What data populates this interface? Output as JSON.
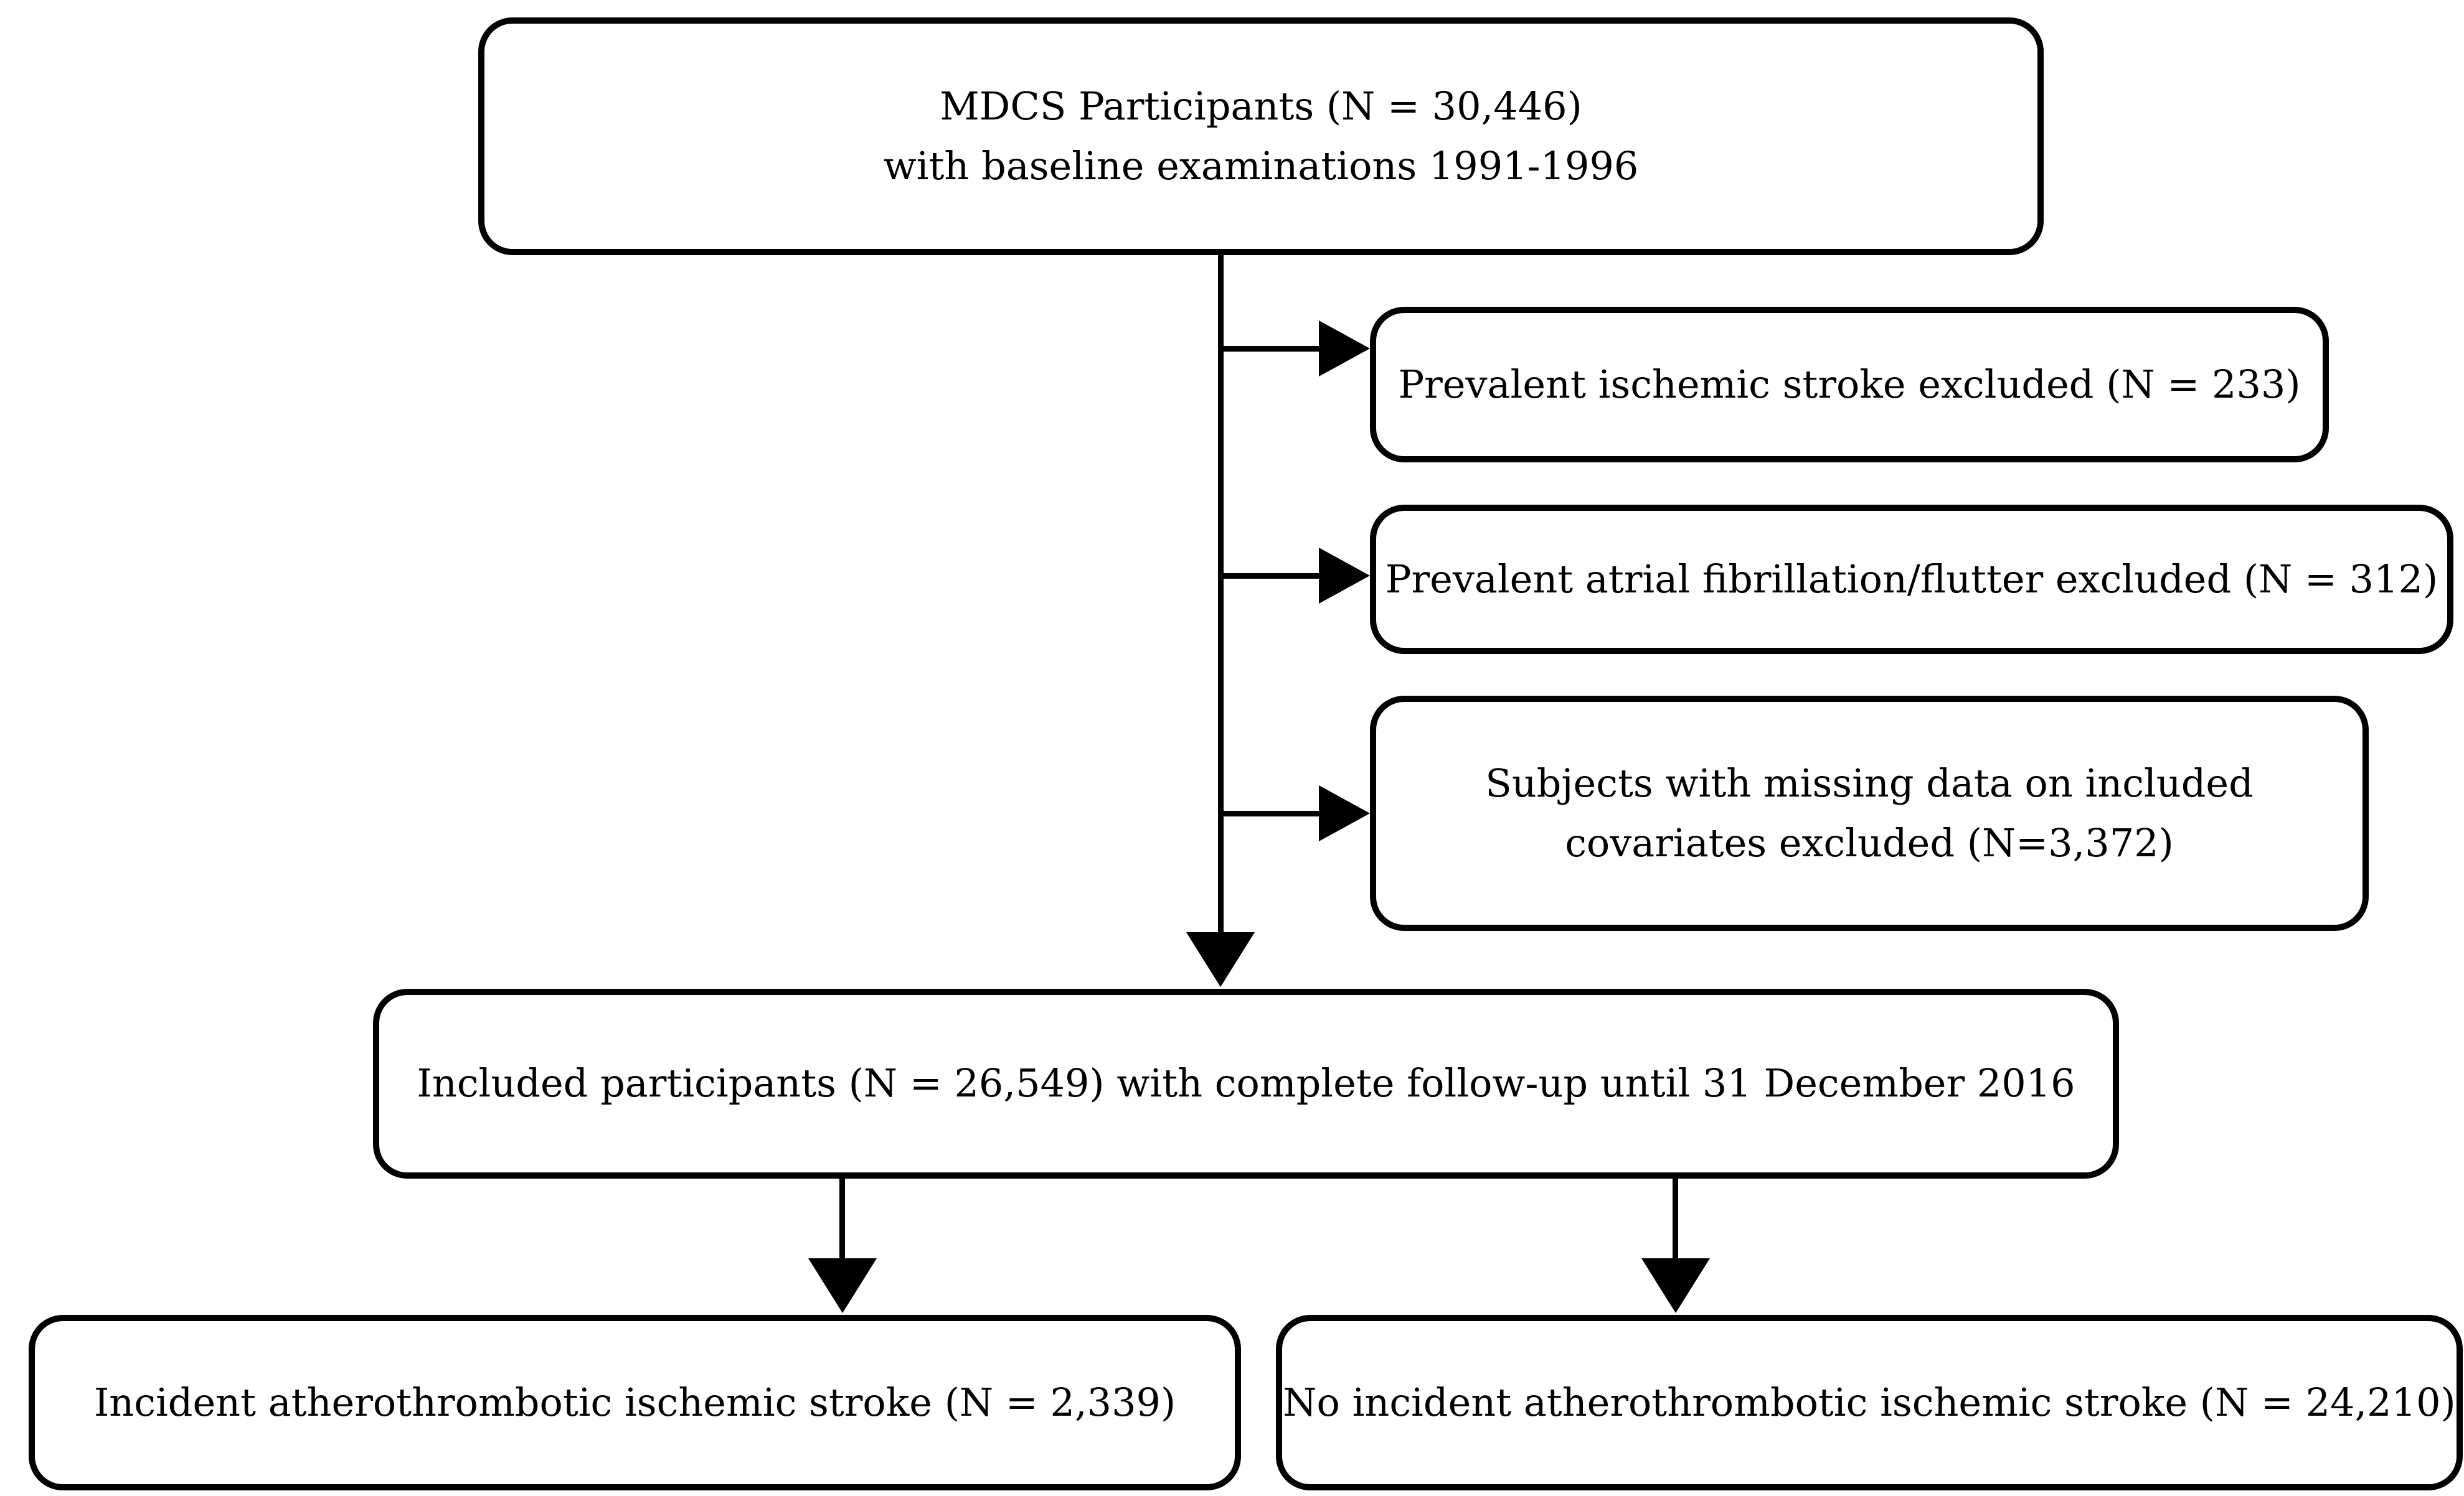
{
  "colors": {
    "ink": "#000000",
    "paper": "#ffffff"
  },
  "flowchart": {
    "top_box": {
      "line1": "MDCS Participants (N = 30,446)",
      "line2": "with baseline examinations 1991-1996"
    },
    "exclusions": [
      {
        "text": "Prevalent ischemic stroke excluded (N = 233)"
      },
      {
        "text": "Prevalent atrial fibrillation/flutter excluded (N = 312)"
      },
      {
        "line1": "Subjects with missing data on included",
        "line2": "covariates excluded (N=3,372)"
      }
    ],
    "included_box": {
      "text": "Included participants (N = 26,549) with complete follow-up until 31 December 2016"
    },
    "outcome_left": {
      "text": "Incident atherothrombotic ischemic stroke (N = 2,339)"
    },
    "outcome_right": {
      "text": "No incident atherothrombotic ischemic stroke (N = 24,210)"
    }
  }
}
